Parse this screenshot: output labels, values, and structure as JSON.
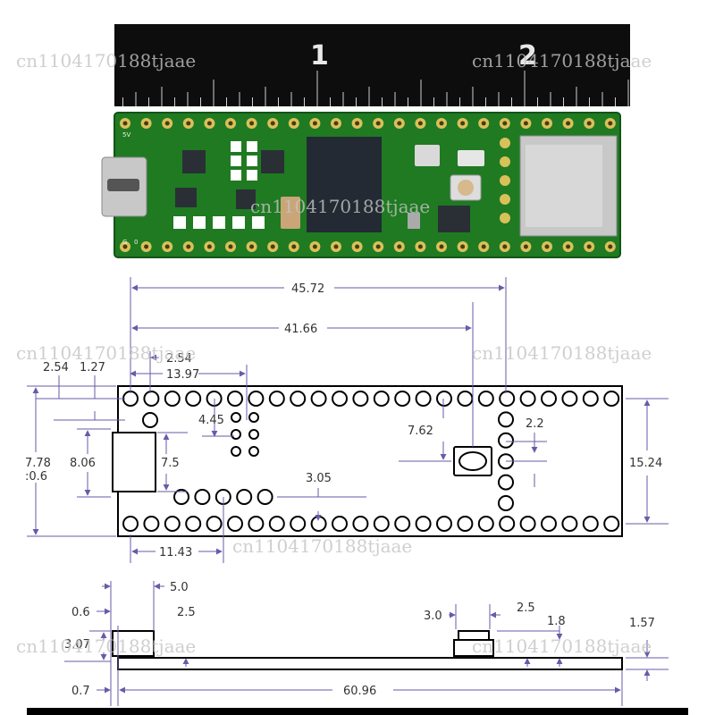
{
  "colors": {
    "ruler": "#0d0d0d",
    "pcb": "#1f7a22",
    "pcb_edge": "#145416",
    "pad": "#d9c15a",
    "dimension": "#6a5aa8",
    "chip": "#232a33",
    "bottom_bar": "#000000"
  },
  "ruler": {
    "marks": [
      "1",
      "2"
    ]
  },
  "watermark": {
    "text": "cn1104170188tjaae"
  },
  "top_view_dims": {
    "d_45_72": "45.72",
    "d_41_66": "41.66",
    "d_2_54_a": "2.54",
    "d_2_54_b": "2.54",
    "d_1_27": "1.27",
    "d_13_97": "13.97",
    "d_4_45": "4.45",
    "d_7_62": "7.62",
    "d_2_2": "2.2",
    "d_7_78": "7.78",
    "d_0_6_frag": ":0.6",
    "d_8_06": "8.06",
    "d_7_5": "7.5",
    "d_3_05": "3.05",
    "d_15_24": "15.24",
    "d_11_43": "11.43"
  },
  "side_view_dims": {
    "d_0_6": "0.6",
    "d_5_0": "5.0",
    "d_2_5_a": "2.5",
    "d_3_07": "3.07",
    "d_0_7": "0.7",
    "d_60_96": "60.96",
    "d_3_0": "3.0",
    "d_2_5_b": "2.5",
    "d_1_8": "1.8",
    "d_1_57": "1.57"
  }
}
